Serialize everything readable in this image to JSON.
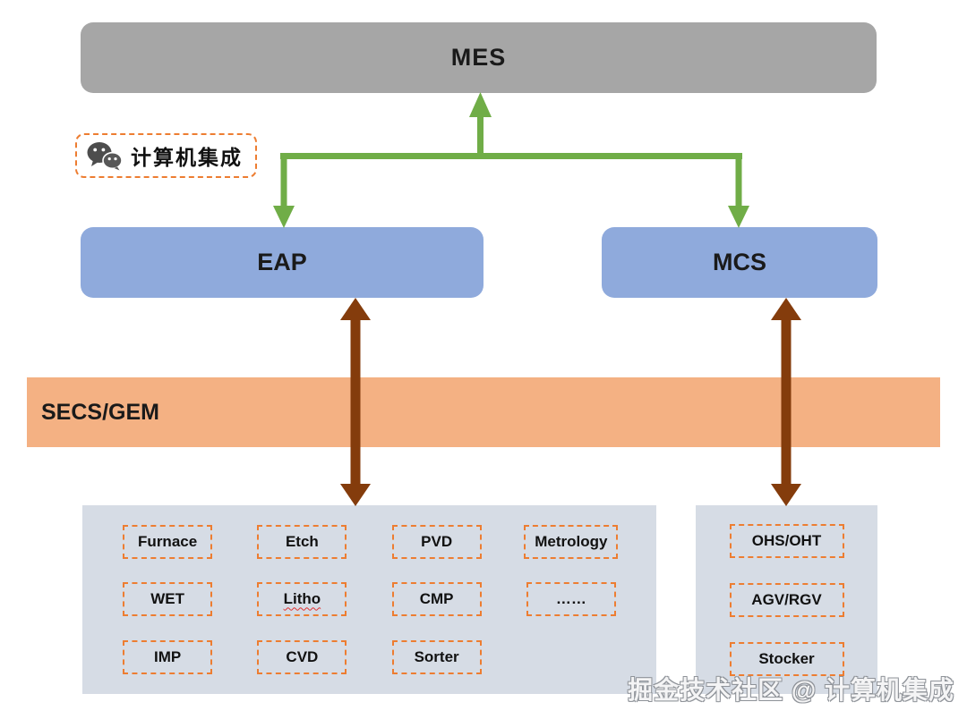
{
  "colors": {
    "mes_fill": "#a6a6a6",
    "eap_mcs_fill": "#8faadc",
    "secs_band_fill": "#f4b183",
    "panel_fill": "#d6dce5",
    "dashed_border": "#ed7d31",
    "green_arrow": "#70ad47",
    "brown_arrow": "#843c0c"
  },
  "nodes": {
    "mes": {
      "label": "MES"
    },
    "eap": {
      "label": "EAP"
    },
    "mcs": {
      "label": "MCS"
    },
    "secs_gem": {
      "label": "SECS/GEM"
    }
  },
  "badge": {
    "icon": "wechat-icon",
    "label": "计算机集成"
  },
  "equipment": {
    "items": [
      {
        "label": "Furnace"
      },
      {
        "label": "Etch"
      },
      {
        "label": "PVD"
      },
      {
        "label": "Metrology"
      },
      {
        "label": "WET"
      },
      {
        "label": "Litho",
        "spellcheck_underline": true
      },
      {
        "label": "CMP"
      },
      {
        "label": "……"
      },
      {
        "label": "IMP"
      },
      {
        "label": "CVD"
      },
      {
        "label": "Sorter"
      }
    ]
  },
  "transport": {
    "items": [
      {
        "label": "OHS/OHT"
      },
      {
        "label": "AGV/RGV"
      },
      {
        "label": "Stocker"
      }
    ]
  },
  "watermark": {
    "text": "掘金技术社区 @ 计算机集成"
  }
}
